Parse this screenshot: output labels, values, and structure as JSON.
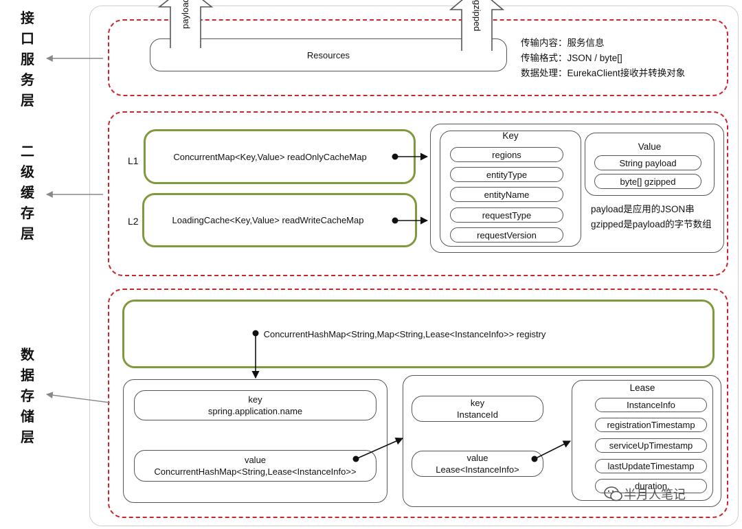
{
  "layers": {
    "interface": "接口服务层",
    "cache": "二级缓存层",
    "storage": "数据存储层"
  },
  "top": {
    "payload_arrow": "payload",
    "gzipped_arrow": "gzipped",
    "resources": "Resources",
    "notes": [
      "传输内容：服务信息",
      "传输格式：JSON / byte[]",
      "数据处理：EurekaClient接收并转换对象"
    ]
  },
  "cache": {
    "l1_label": "L1",
    "l1_map": "ConcurrentMap<Key,Value> readOnlyCacheMap",
    "l2_label": "L2",
    "l2_map": "LoadingCache<Key,Value> readWriteCacheMap",
    "key_title": "Key",
    "key_fields": [
      "regions",
      "entityType",
      "entityName",
      "requestType",
      "requestVersion"
    ],
    "value_title": "Value",
    "value_fields": [
      "String payload",
      "byte[] gzipped"
    ],
    "value_notes": [
      "payload是应用的JSON串",
      "gzipped是payload的字节数组"
    ]
  },
  "storage": {
    "registry": "ConcurrentHashMap<String,Map<String,Lease<InstanceInfo>> registry",
    "outer_key": [
      "key",
      "spring.application.name"
    ],
    "outer_value": [
      "value",
      "ConcurrentHashMap<String,Lease<InstanceInfo>>"
    ],
    "inner_key": [
      "key",
      "InstanceId"
    ],
    "inner_value": [
      "value",
      "Lease<InstanceInfo>"
    ],
    "lease_title": "Lease",
    "lease_fields": [
      "InstanceInfo",
      "registrationTimestamp",
      "serviceUpTimestamp",
      "lastUpdateTimestamp",
      "duration"
    ]
  },
  "watermark": "半月人笔记"
}
